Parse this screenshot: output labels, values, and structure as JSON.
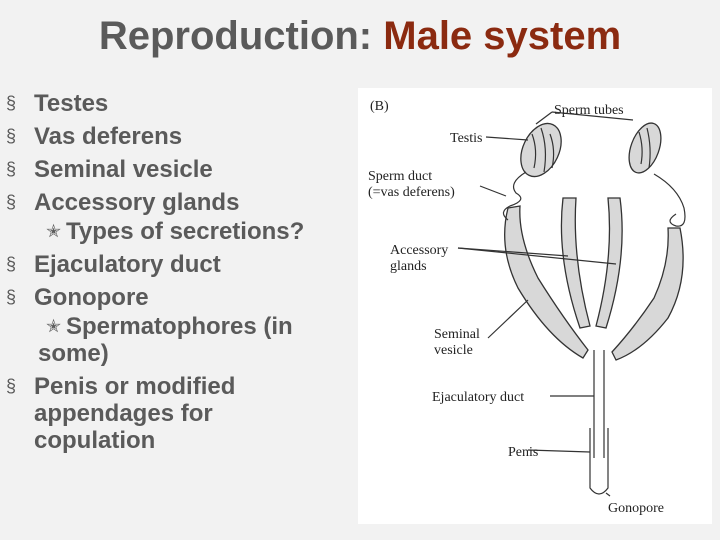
{
  "slide": {
    "title_main": "Reproduction: ",
    "title_accent": "Male system",
    "colors": {
      "title": "#5a5a5a",
      "accent": "#8b2a10",
      "background": "#f2f2f2"
    },
    "bullet_marker": "§",
    "sub_marker": "✭",
    "bullets": {
      "b1": "Testes",
      "b2": "Vas deferens",
      "b3": "Seminal vesicle",
      "b4": "Accessory glands",
      "s1": "Types of secretions?",
      "b5": "Ejaculatory duct",
      "b6": "Gonopore",
      "s2a": "Spermatophores (in",
      "s2b": "some)",
      "b7a": "Penis or modified",
      "b7b": "appendages for",
      "b7c": "copulation"
    }
  },
  "figure": {
    "panel": "(B)",
    "labels": {
      "sperm_tubes": "Sperm tubes",
      "testis": "Testis",
      "sperm_duct_1": "Sperm duct",
      "sperm_duct_2": "(=vas deferens)",
      "accessory_1": "Accessory",
      "accessory_2": "glands",
      "seminal_1": "Seminal",
      "seminal_2": "vesicle",
      "ejaculatory": "Ejaculatory duct",
      "penis": "Penis",
      "gonopore": "Gonopore"
    }
  }
}
